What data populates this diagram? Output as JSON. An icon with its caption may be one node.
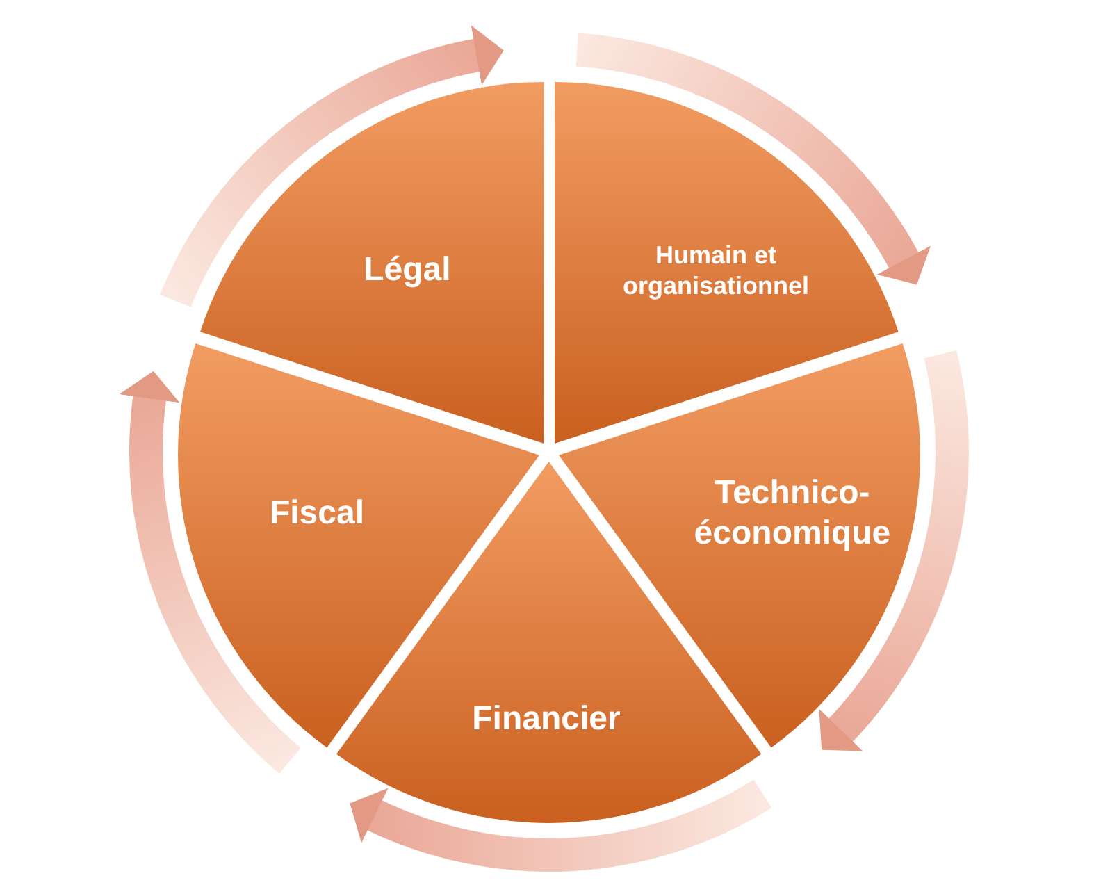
{
  "diagram": {
    "nodes": [
      {
        "text": [
          "Légal"
        ]
      },
      {
        "text": [
          "Humain et organisationnel"
        ]
      },
      {
        "text": [
          "Technico-économique"
        ]
      },
      {
        "text": [
          "Financier"
        ]
      },
      {
        "text": [
          "Fiscal"
        ]
      }
    ]
  }
}
